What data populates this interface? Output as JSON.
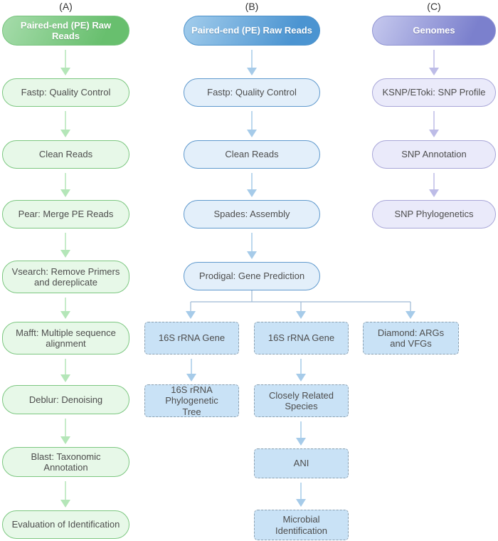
{
  "diagram": {
    "column_a": {
      "label": "(A)",
      "nodes": {
        "raw_reads": "Paired-end (PE) Raw Reads",
        "fastp": "Fastp: Quality Control",
        "clean_reads": "Clean Reads",
        "pear": "Pear: Merge PE Reads",
        "vsearch": "Vsearch: Remove Primers\nand dereplicate",
        "mafft": "Mafft: Multiple sequence\nalignment",
        "deblur": "Deblur: Denoising",
        "blast": "Blast: Taxonomic Annotation",
        "evaluation": "Evaluation of Identification"
      }
    },
    "column_b": {
      "label": "(B)",
      "nodes": {
        "raw_reads": "Paired-end (PE) Raw Reads",
        "fastp": "Fastp: Quality Control",
        "clean_reads": "Clean Reads",
        "spades": "Spades: Assembly",
        "prodigal": "Prodigal: Gene Prediction",
        "gene16s_left": "16S rRNA Gene",
        "gene16s_mid": "16S rRNA Gene",
        "diamond": "Diamond: ARGs\nand VFGs",
        "phylo_tree": "16S rRNA\nPhylogenetic\nTree",
        "closely_related": "Closely Related\nSpecies",
        "ani": "ANI",
        "microbial_id": "Microbial\nIdentification"
      }
    },
    "column_c": {
      "label": "(C)",
      "nodes": {
        "genomes": "Genomes",
        "ksnp": "KSNP/EToki: SNP Profile",
        "snp_annotation": "SNP Annotation",
        "snp_phylo": "SNP Phylogenetics"
      }
    },
    "colors": {
      "green_header_gradient_start": "#a6dcab",
      "green_header_gradient_end": "#68bf6e",
      "green_fill": "#e7f8e8",
      "green_border": "#7cc780",
      "green_arrow": "#b4e6b8",
      "blue_header_gradient_start": "#a3cdec",
      "blue_header_gradient_end": "#4b94d1",
      "blue_fill": "#e3effa",
      "blue_border": "#5f99cd",
      "blue_arrow": "#a6cbe9",
      "dashed_fill": "#c9e2f6",
      "dashed_border": "#8ba0b0",
      "branch_line": "#9db9d5",
      "purple_header_gradient_start": "#c6c9ee",
      "purple_header_gradient_end": "#7b80cd",
      "purple_fill": "#eaeafa",
      "purple_border": "#a8a6d8",
      "purple_arrow": "#bdbce7",
      "text": "#4d4d4d"
    }
  }
}
